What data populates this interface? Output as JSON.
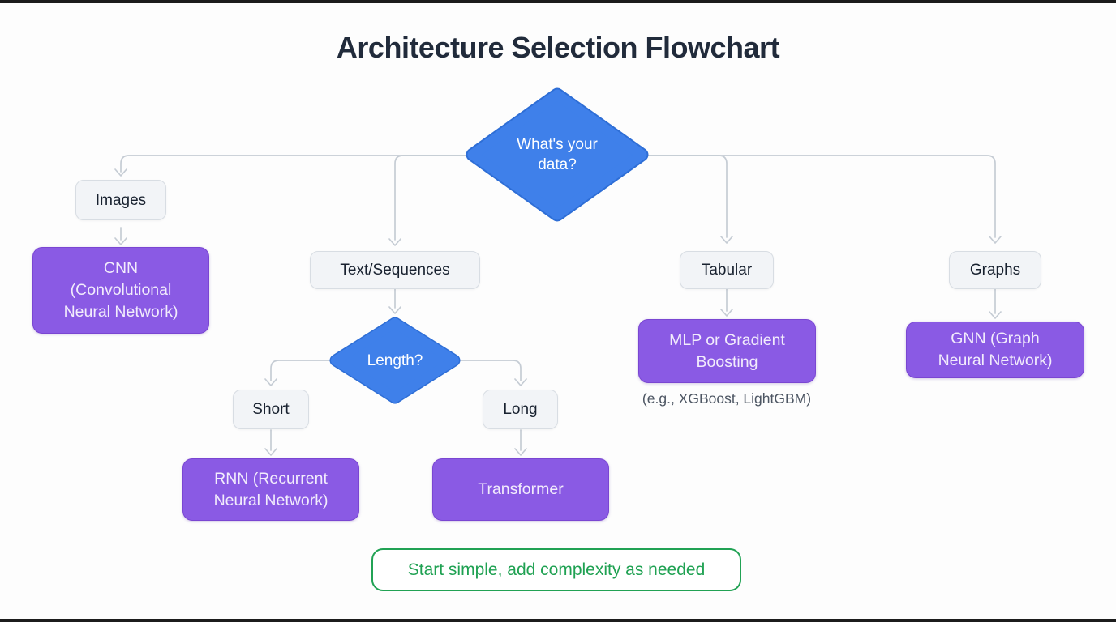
{
  "title": "Architecture Selection Flowchart",
  "diagram": {
    "decisions": {
      "data": {
        "label": "What's your data?"
      },
      "length": {
        "label": "Length?"
      }
    },
    "branches": {
      "images": {
        "label": "Images"
      },
      "text_sequences": {
        "label": "Text/Sequences"
      },
      "tabular": {
        "label": "Tabular"
      },
      "graphs": {
        "label": "Graphs"
      },
      "short": {
        "label": "Short"
      },
      "long": {
        "label": "Long"
      }
    },
    "results": {
      "cnn": {
        "label": "CNN (Convolutional Neural Network)"
      },
      "rnn": {
        "label": "RNN (Recurrent Neural Network)"
      },
      "transformer": {
        "label": "Transformer"
      },
      "mlp": {
        "label": "MLP or Gradient Boosting",
        "caption": "(e.g., XGBoost, LightGBM)"
      },
      "gnn": {
        "label": "GNN (Graph Neural Network)"
      }
    },
    "note": {
      "label": "Start simple, add complexity as needed"
    }
  },
  "colors": {
    "decision_fill": "#3f80ea",
    "decision_border": "#2e6ed6",
    "result_fill": "#8a5ae4",
    "result_border": "#7a46d2",
    "branch_fill": "#f2f4f7",
    "branch_border": "#d8dde3",
    "connector": "#c5ccd4",
    "note_green": "#21a254",
    "title_text": "#212b3b",
    "caption_text": "#4d5663"
  }
}
